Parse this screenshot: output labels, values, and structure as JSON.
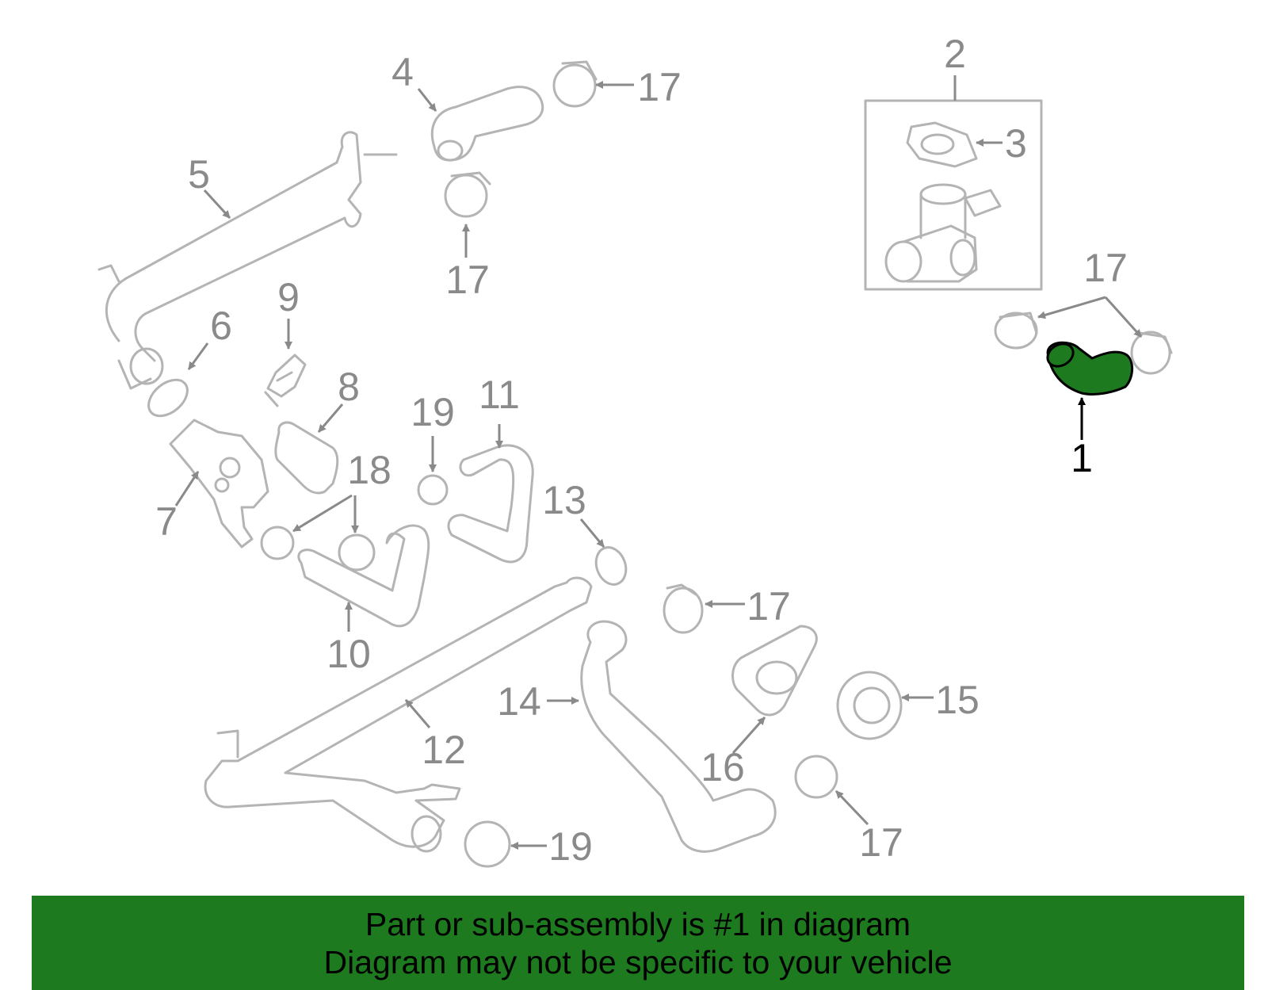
{
  "diagram": {
    "callouts": {
      "c1": "1",
      "c2": "2",
      "c3": "3",
      "c4": "4",
      "c5": "5",
      "c6": "6",
      "c7": "7",
      "c8": "8",
      "c9": "9",
      "c10": "10",
      "c11": "11",
      "c12": "12",
      "c13": "13",
      "c14": "14",
      "c15": "15",
      "c16": "16",
      "c17": "17",
      "c18": "18",
      "c19": "19"
    },
    "highlighted_part": "1",
    "colors": {
      "highlight_fill": "#1e7a1e",
      "banner": "#1e7a1e",
      "parts": "#b4b4b4",
      "labels": "#8a8a8a"
    }
  },
  "banner": {
    "line1": "Part or sub-assembly is #1 in diagram",
    "line2": "Diagram may not be specific to your vehicle"
  }
}
